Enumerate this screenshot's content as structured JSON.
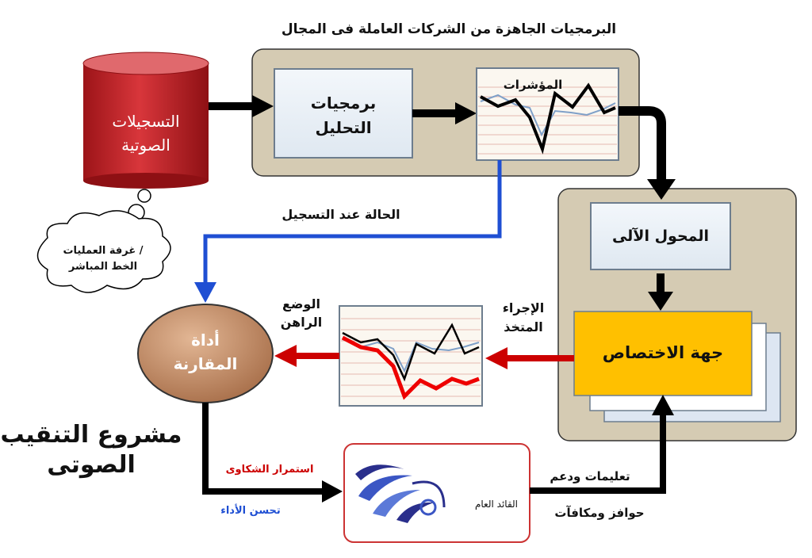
{
  "top_title": "البرمجيات الجاهزة من الشركات العاملة فى المجال",
  "recordings": {
    "line1": "التسجيلات",
    "line2": "الصوتية"
  },
  "analysis": {
    "line1": "برمجيات",
    "line2": "التحليل"
  },
  "indicators_label": "المؤشرات",
  "cloud": {
    "line1": "/ غرفة العمليات",
    "line2": "الخط المباشر"
  },
  "recording_state": "الحالة عند التسجيل",
  "router": "المحول الآلى",
  "authority": "جهة الاختصاص",
  "action": {
    "line1": "الإجراء",
    "line2": "المتخذ"
  },
  "current": {
    "line1": "الوضع",
    "line2": "الراهن"
  },
  "comparison": {
    "line1": "أداة",
    "line2": "المقارنة"
  },
  "project": {
    "line1": "مشروع التنقيب",
    "line2": "الصوتى"
  },
  "complaints": "استمرار الشكاوى",
  "improvement": "تحسن الأداء",
  "leader": "القائد العام",
  "instructions": "تعليمات ودعم",
  "incentives": "حوافز ومكافآت",
  "colors": {
    "panel": "#d5cbb3",
    "red_db": "#c9262b",
    "blue_arrow": "#1f4fd3",
    "red_arrow": "#cc0000",
    "authority": "#ffc000",
    "comparison": "#c8936a"
  }
}
